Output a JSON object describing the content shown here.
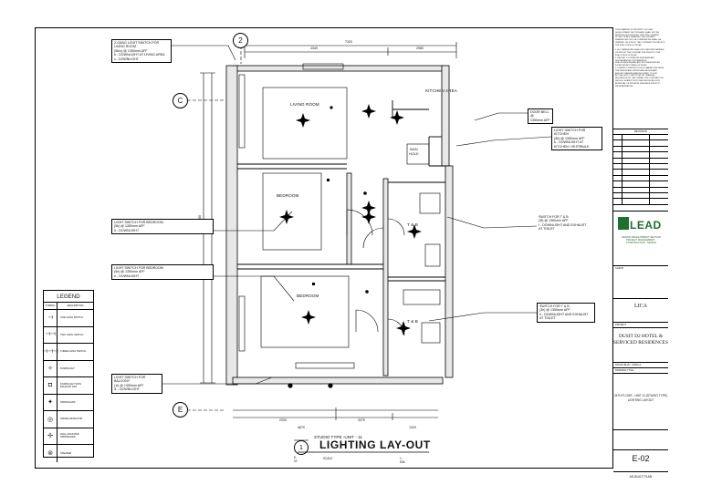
{
  "drawing": {
    "title": "LIGHTING  LAY-OUT",
    "subtitle": "STUDIO TYPE -UNIT - 11",
    "number": "1",
    "code": "E-02",
    "scale_label": "SCALE",
    "scale_value": "1 : 50A"
  },
  "grid": {
    "bubbles": [
      "2",
      "C",
      "E"
    ]
  },
  "rooms": {
    "living": "LIVING ROOM",
    "kitchen": "KITCHEN AREA",
    "bedroom1": "BEDROOM",
    "bedroom2": "BEDROOM",
    "tb1": "T & B",
    "tb2": "T & B",
    "manhole": "MAN\nHOLE"
  },
  "dimensions": {
    "top_overall": "7320",
    "top_left": "4340",
    "top_right": "2980",
    "left_overall": "9180",
    "bottom_left": "2200",
    "bottom_right": "3370",
    "bottom_a": "4670",
    "bottom_b": "1920"
  },
  "callouts": {
    "living_switch": "2-GANG LIGHT SWITCH FOR LIVING  ROOM\n(5b/c) @ 1350mm AFF\n   b - DOWNLIGHT AT LIVING AREA\n   c - DOWNLIGHT",
    "door_bell": "DOOR BELL @\n1350mm AFF",
    "kitchen_switch": "LIGHT SWITCH FOR KITCHEN\n(5b) @ 1350mm AFF\n   b - DOWNLIGHT AT\nKITCHEN / VESTIBULE",
    "bedroom1_switch": "LIGHT SWITCH FOR BEDROOM\n(5h) @ 1350mm AFF\n   h - DOWNLIGHT",
    "tb1_switch": "SWITCH FOR T & B\n(3f) @ 1350mm AFF\n   f - DOWNLIGHT AND EXHAUST\n        AT TOILET",
    "bedroom2_switch": "LIGHT SWITCH FOR BEDROOM\n(5e) @ 1350mm AFF\n   e - DOWNLIGHT",
    "tb2_switch": "SWITCH FOR T & B\n(3h) @ 1350mm AFF\n   h - DOWNLIGHT AND EXHAUST\n        AT TOILET",
    "balcony_switch": "LIGHT SWITCH FOR BALCONY\n(1i) @ 1350mm AFF\n   i1 - DOWNLIGHT"
  },
  "legend": {
    "title": "LEGEND",
    "col_symbol": "SYMBOL",
    "col_desc": "DESCRIPTION",
    "items": [
      {
        "symbol": "⟞",
        "desc": "ONE GANG SWITCH"
      },
      {
        "symbol": "⟞⟞",
        "desc": "TWO GANG SWITCH"
      },
      {
        "symbol": "⟞⟞⟞",
        "desc": "THREE GANG SWITCH"
      },
      {
        "symbol": "✧",
        "desc": "DOWNLIGHT"
      },
      {
        "symbol": "◘",
        "desc": "DOWNLIGHT WITH EXHAUST FAN"
      },
      {
        "symbol": "✦",
        "desc": "SPRINKLERS"
      },
      {
        "symbol": "◎",
        "desc": "SMOKE DETECTOR"
      },
      {
        "symbol": "✢",
        "desc": "WALL MOUNTED SPRINKLERS"
      },
      {
        "symbol": "⊚",
        "desc": "SPEAKER"
      }
    ]
  },
  "title_block": {
    "notes": "THIS DRAWING IS PROPERTY OF LEAD\nDEVELOPMENT SECTION AND SHALL NOT BE\nREPRODUCED WITHOUT WRITTEN CONSENT.\nDO NOT SCALE DRAWING. USE FIGURED\nDIMENSIONS ONLY. ALL DIMENSIONS SHALL BE\nVERIFIED ON SITE BY THE CONTRACTOR PRIOR TO\nTHE EXECUTION OF WORK.\n\n1. ALL DIMENSIONS SHALL BE CHECKED/VERIFIED\n   ON SITE BY THE CONTRACTOR PRIOR TO THE\n   EXECUTION OF WORK.\n2. REPORT TO INTERIOR DESIGNER ANY\n   DISCREPANCIES ON DRAWINGS,\n   SPECIFICATIONS AND ANY INCONSISTENCIES\n   FOUND AT ANY STAGE OF WORK.\n3. DURING CONSTRUCTION, IF VARIATIONS FROM\n   THE DESIGN AND INTENT ARE NECESSARY\n   AND/OR CHANGES ARE REQUIRED TO SUIT\n   ACTUAL SITE CONDITIONS OR CHANGES\n   REQUESTED BY THE OWNER, THE CONTRACTOR\n   SHOULD SUBMIT PROPOSED REVISIONS FOR\n   APPROVAL OF INTERIOR DESIGNER PRIOR TO\n   IMPLEMENTATION.",
    "revisions_label": "REVISIONS",
    "logo": "LEAD",
    "logo_sub": "DESIGN DEVELOPMENT SECTION\nPROJECT MANAGEMENT · CONSTRUCTION · DESIGN",
    "client_label": "CLIENT",
    "client": "LICA",
    "project_label": "PROJECT",
    "project": "DUSIT D2 HOTEL &\nSERVICED RESIDENCES",
    "location": "ROXAS BLVD., MANILA",
    "drawing_title_label": "DRAWING TITLE",
    "drawing_title": "24TH FLOOR - UNIT 11 (STUDIO TYPE)\nLIGHTING LAYOUT",
    "sheet_no": "E-02",
    "footer": "AS-BUILT PLAN"
  }
}
